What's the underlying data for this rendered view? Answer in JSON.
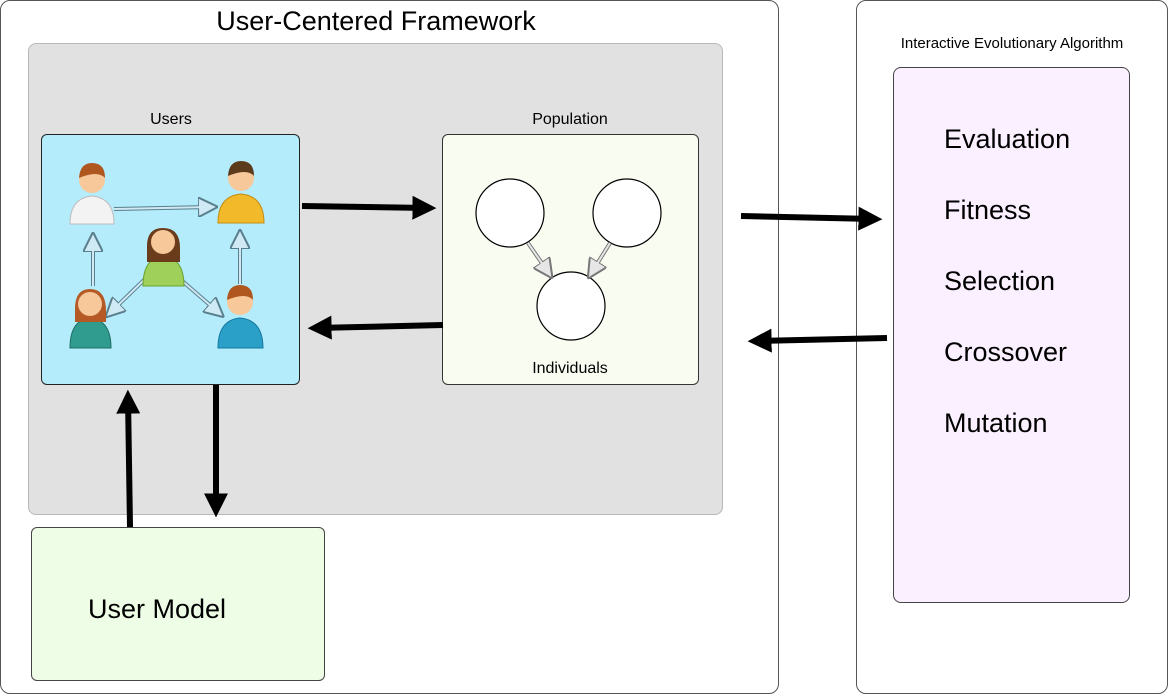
{
  "framework": {
    "title": "User-Centered Framework"
  },
  "users": {
    "label": "Users"
  },
  "population": {
    "label": "Population",
    "individuals_label": "Individuals"
  },
  "user_model": {
    "label": "User Model"
  },
  "iea": {
    "title": "Interactive Evolutionary Algorithm",
    "steps": [
      "Evaluation",
      "Fitness",
      "Selection",
      "Crossover",
      "Mutation"
    ]
  },
  "colors": {
    "grey_panel": "#e1e1e1",
    "users_box": "#b4ecfb",
    "population_box": "#f9fdf1",
    "user_model_box": "#edfde6",
    "iea_box": "#fbf0ff"
  },
  "icons": [
    "person-icon",
    "circle-node",
    "arrow"
  ]
}
